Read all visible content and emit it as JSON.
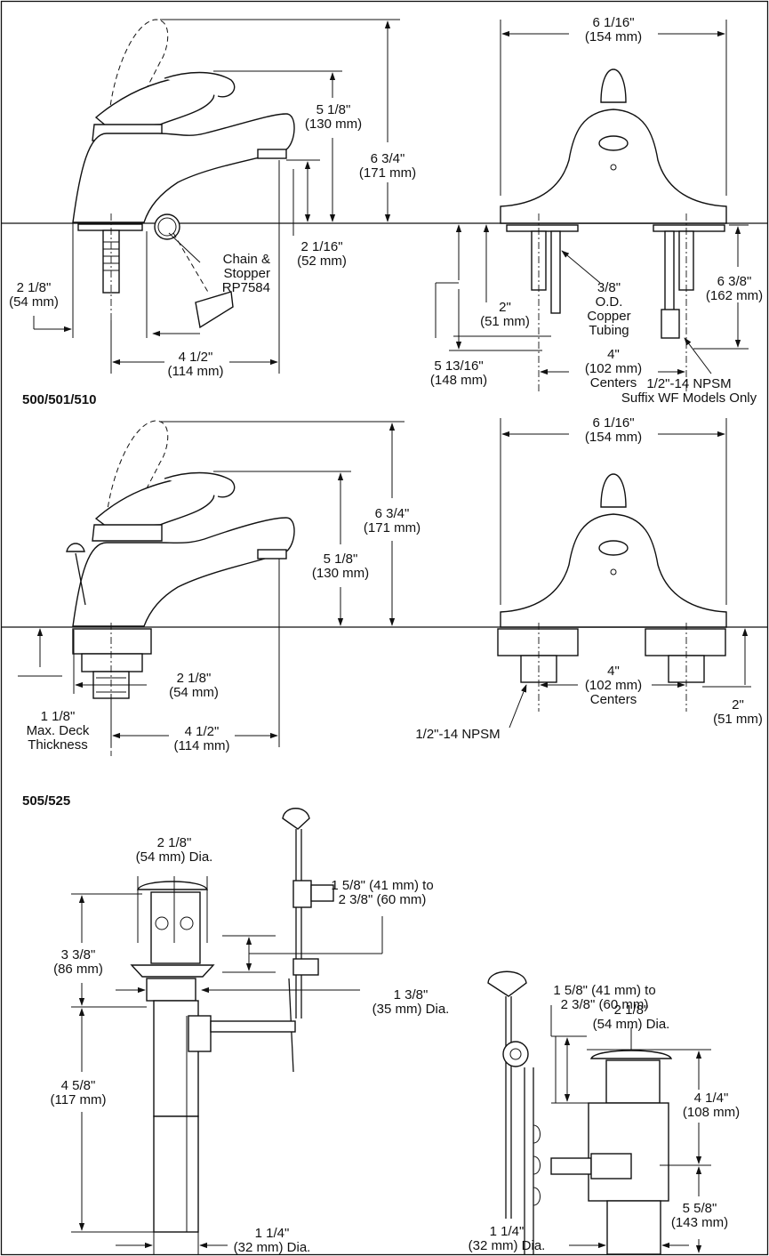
{
  "sections": {
    "s1": "500/501/510",
    "s2": "505/525"
  },
  "labels": {
    "d1": [
      "6 1/16\"",
      "(154 mm)"
    ],
    "d2": [
      "5 1/8\"",
      "(130 mm)"
    ],
    "d3": [
      "6 3/4\"",
      "(171 mm)"
    ],
    "d4": [
      "2 1/16\"",
      "(52 mm)"
    ],
    "d5": [
      "Chain &",
      "Stopper",
      "RP7584"
    ],
    "d6": [
      "2 1/8\"",
      "(54 mm)"
    ],
    "d7": [
      "4 1/2\"",
      "(114 mm)"
    ],
    "d8": [
      "3/8\"",
      "O.D.",
      "Copper",
      "Tubing"
    ],
    "d9": [
      "2\"",
      "(51 mm)"
    ],
    "d10": [
      "6 3/8\"",
      "(162 mm)"
    ],
    "d11": [
      "5 13/16\"",
      "(148 mm)"
    ],
    "d12": [
      "4\"",
      "(102 mm)",
      "Centers"
    ],
    "d13": [
      "1/2\"-14 NPSM",
      "Suffix WF Models Only"
    ],
    "e1": [
      "6 1/16\"",
      "(154 mm)"
    ],
    "e2": [
      "6 3/4\"",
      "(171 mm)"
    ],
    "e3": [
      "5 1/8\"",
      "(130 mm)"
    ],
    "e4": [
      "2 1/8\"",
      "(54 mm)"
    ],
    "e5": [
      "1 1/8\"",
      "Max. Deck",
      "Thickness"
    ],
    "e6": [
      "4 1/2\"",
      "(114 mm)"
    ],
    "e7": [
      "1/2\"-14 NPSM"
    ],
    "e8": [
      "4\"",
      "(102 mm)",
      "Centers"
    ],
    "e9": [
      "2\"",
      "(51 mm)"
    ],
    "f1": [
      "2 1/8\"",
      "(54 mm) Dia."
    ],
    "f2": [
      "1 5/8\" (41 mm) to",
      "2 3/8\" (60 mm)"
    ],
    "f3": [
      "3 3/8\"",
      "(86 mm)"
    ],
    "f4": [
      "1 3/8\"",
      "(35 mm) Dia."
    ],
    "f5": [
      "4 5/8\"",
      "(117 mm)"
    ],
    "f6": [
      "1 1/4\"",
      "(32 mm) Dia."
    ],
    "g1": [
      "1 5/8\" (41 mm) to",
      "2 3/8\" (60 mm)"
    ],
    "g2": [
      "2 1/8\"",
      "(54 mm) Dia."
    ],
    "g3": [
      "4 1/4\"",
      "(108 mm)"
    ],
    "g4": [
      "5 5/8\"",
      "(143 mm)"
    ],
    "g5": [
      "1 1/4\"",
      "(32 mm) Dia."
    ]
  }
}
